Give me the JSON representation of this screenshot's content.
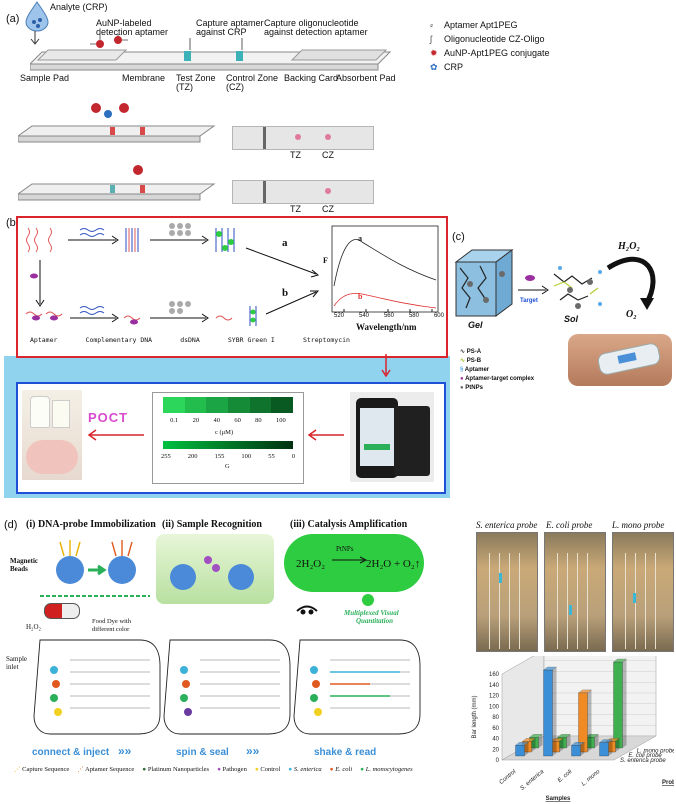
{
  "panel_a": {
    "label": "(a)",
    "analyte": "Analyte (CRP)",
    "aunp_detect": "AuNP-labeled",
    "aunp_detect2": "detection aptamer",
    "capture_crp": "Capture aptamer",
    "capture_crp2": "against CRP",
    "capture_oligo": "Capture  oligonucleotide",
    "capture_oligo2": "against detection aptamer",
    "sample_pad": "Sample Pad",
    "membrane": "Membrane",
    "test_zone": "Test Zone",
    "tz_abbr": "(TZ)",
    "control_zone": "Control Zone",
    "cz_abbr": "(CZ)",
    "backing_card": "Backing Card",
    "absorbent_pad": "Absorbent Pad",
    "legend": [
      "Aptamer Apt1PEG",
      "Oligonucleotide CZ-Oligo",
      "AuNP-Apt1PEG conjugate",
      "CRP"
    ],
    "tz": "TZ",
    "cz": "CZ"
  },
  "panel_b": {
    "label": "(b)",
    "path_a": "a",
    "path_b": "b",
    "y_axis": "F",
    "x_axis": "Wavelength/nm",
    "x_ticks": [
      "520",
      "540",
      "560",
      "580",
      "600"
    ],
    "curve_a": "a",
    "curve_b": "b",
    "legend": [
      "Aptamer",
      "Complementary DNA",
      "dsDNA",
      "SYBR Green I",
      "Streptomycin"
    ],
    "poct": "POCT",
    "scale_top": [
      "0.1",
      "20",
      "40",
      "60",
      "80",
      "100"
    ],
    "scale_unit": "c (μM)",
    "scale_bottom": [
      "255",
      "200",
      "155",
      "100",
      "55",
      "0"
    ],
    "scale_g": "G"
  },
  "panel_c": {
    "label": "(c)",
    "h2o2": "H₂O₂",
    "o2": "O₂",
    "target": "Target",
    "gel": "Gel",
    "sol": "Sol",
    "legend": [
      "PS-A",
      "PS-B",
      "Aptamer",
      "Aptamer-target complex",
      "PtNPs"
    ]
  },
  "panel_d": {
    "label": "(d)",
    "step1": "(i) DNA-probe Immobilization",
    "step2": "(ii) Sample Recognition",
    "step3": "(iii) Catalysis Amplification",
    "magnetic_beads": "Magnetic",
    "magnetic_beads2": "Beads",
    "food_dye": "Food Dye with",
    "food_dye2": "different color",
    "h2o2_label": "H₂O₂",
    "sample_inlet": "Sample",
    "sample_inlet2": "inlet",
    "reaction_left": "2H₂O₂",
    "reaction_cat": "PtNPs",
    "reaction_right": "2H₂O + O₂↑",
    "multiplexed": "Multiplexed Visual",
    "multiplexed2": "Quantitation",
    "action1": "connect & inject",
    "action2": "spin & seal",
    "action3": "shake & read",
    "legend": [
      "Capture Sequence",
      "Aptamer Sequence",
      "Platinum Nanoparticles",
      "Pathogen",
      "Control",
      "S. enterica",
      "E. coli",
      "L. monocytogenes"
    ],
    "probe_photos": [
      "S. enterica probe",
      "E. coli probe",
      "L. mono probe"
    ]
  },
  "chart_data": {
    "type": "bar",
    "ylabel": "Bar length (mm)",
    "xlabel": "Samples",
    "zlabel": "Probes",
    "ylim": [
      0,
      160
    ],
    "y_ticks": [
      "0",
      "20",
      "40",
      "60",
      "80",
      "100",
      "120",
      "140",
      "160"
    ],
    "categories": [
      "Control",
      "S. enterica",
      "E. coli",
      "L. mono"
    ],
    "series": [
      {
        "name": "S. enterica probe",
        "values": [
          20,
          160,
          20,
          25
        ],
        "color": "#3a8fd6"
      },
      {
        "name": "E. coli probe",
        "values": [
          20,
          20,
          110,
          20
        ],
        "color": "#f08a24"
      },
      {
        "name": "L. mono probe",
        "values": [
          20,
          20,
          20,
          160
        ],
        "color": "#3fb04f"
      }
    ]
  }
}
